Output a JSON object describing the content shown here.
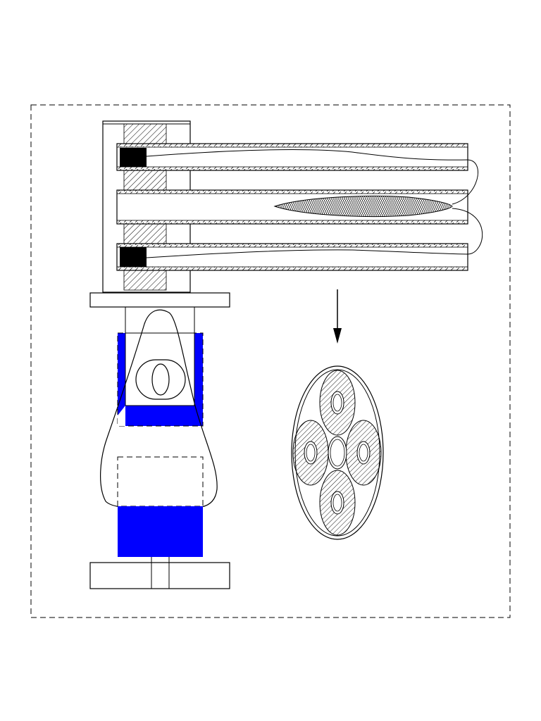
{
  "diagram": {
    "labels": [],
    "colors": {
      "line": "#000000",
      "blue_block": "#0000ff",
      "black_block": "#000000",
      "background": "#ffffff"
    },
    "components": [
      "dashed-border-frame",
      "tube-assembly",
      "mounting-block",
      "flange-plate",
      "upper-blue-block",
      "lower-blue-block",
      "bell-outline",
      "base-plate",
      "down-arrow",
      "cross-section-view"
    ],
    "tubes": [
      {
        "id": "top-tube",
        "has_black_block": true
      },
      {
        "id": "middle-tube",
        "has_hatched_ellipse": true
      },
      {
        "id": "bottom-tube",
        "has_black_block": true
      }
    ],
    "cross_section": {
      "outer_rings": 2,
      "hatched_circles": 4,
      "center_circle": 1
    }
  }
}
